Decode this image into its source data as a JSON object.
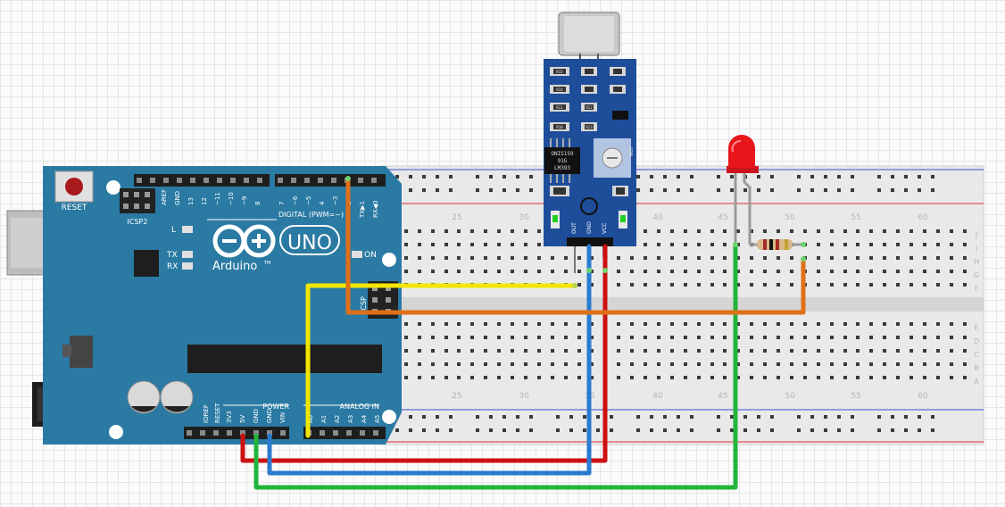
{
  "arduino": {
    "reset_label": "RESET",
    "icsp2_label": "ICSP2",
    "icsp_label": "ICSP",
    "digital_label": "DIGITAL (PWM=~)",
    "power_label": "POWER",
    "analog_label": "ANALOG IN",
    "logo_text": "UNO",
    "brand_text": "Arduino",
    "tm_text": "TM",
    "on_label": "ON",
    "led_l_label": "L",
    "tx_label": "TX",
    "rx_label": "RX",
    "digital_pins": [
      "AREF",
      "GND",
      "13",
      "12",
      "~11",
      "~10",
      "~9",
      "8",
      "7",
      "~6",
      "~5",
      "4",
      "~3",
      "2",
      "TX▶1",
      "RX◀0"
    ],
    "power_pins": [
      "IOREF",
      "RESET",
      "3V3",
      "5V",
      "GND",
      "GND",
      "VIN"
    ],
    "analog_pins": [
      "A0",
      "A1",
      "A2",
      "A3",
      "A4",
      "A5"
    ]
  },
  "breadboard": {
    "column_numbers": [
      "25",
      "30",
      "35",
      "40",
      "45",
      "50",
      "55",
      "60"
    ],
    "row_letters_top": [
      "J",
      "I",
      "H",
      "G",
      "F"
    ],
    "row_letters_bottom": [
      "E",
      "D",
      "C",
      "B",
      "A"
    ]
  },
  "sensor": {
    "chip_text": [
      "LM393",
      "91G",
      "ONIS1S9"
    ],
    "pins": [
      "OUT",
      "GND",
      "VCC"
    ],
    "resistor_codes": [
      "R15",
      "R14",
      "R11",
      "R12",
      "R10",
      "R13"
    ],
    "side_text": "SR0L"
  },
  "colors": {
    "arduino_board": "#2a7aa3",
    "wire_red": "#cc1111",
    "wire_blue": "#2a7bd0",
    "wire_green": "#22b53b",
    "wire_yellow": "#f2e600",
    "wire_orange": "#e07018",
    "led_red": "#e8161b",
    "sensor_board": "#1e4e9a"
  }
}
